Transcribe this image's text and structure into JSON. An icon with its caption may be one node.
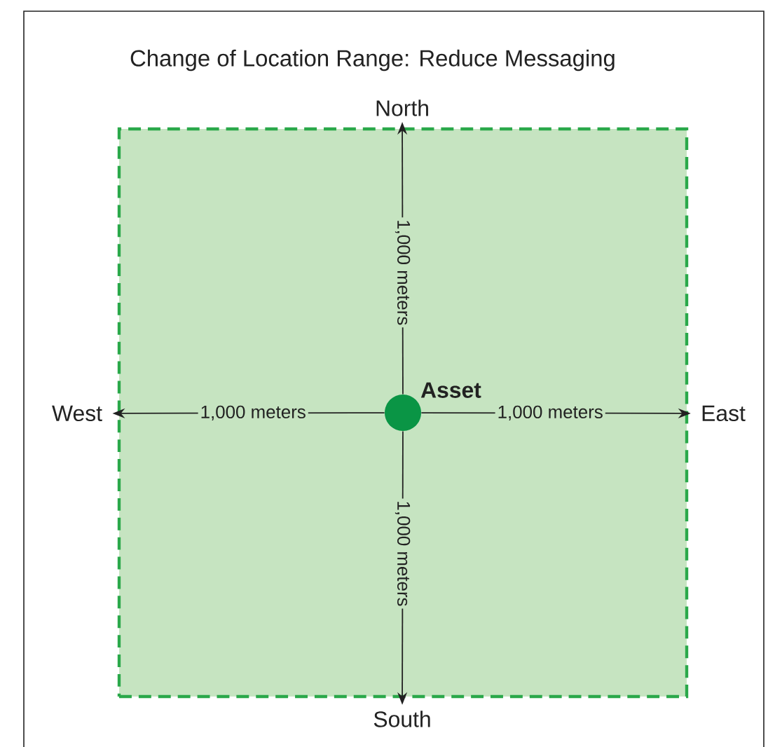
{
  "diagram": {
    "title": "Change of Location Range: Reduce Messaging",
    "nodes": [
      {
        "text": [],
        "shape": "box"
      },
      {
        "text": [],
        "shape": "circle",
        "in": 0,
        "beside": [
          "Asset"
        ]
      },
      {
        "text": [
          "North"
        ]
      },
      {
        "text": [
          "West"
        ]
      },
      {
        "text": [
          "East"
        ]
      },
      {
        "text": [
          "South"
        ]
      }
    ],
    "edges": [
      {
        "from": 1,
        "to": 2,
        "arrow": "to",
        "label": "1,000 meters"
      },
      {
        "from": 1,
        "to": 3,
        "arrow": "to",
        "label": "1,000 meters"
      },
      {
        "from": 1,
        "to": 4,
        "arrow": "to",
        "label": "1,000 meters"
      },
      {
        "from": 1,
        "to": 5,
        "arrow": "to",
        "label": "1,000 meters"
      }
    ]
  }
}
